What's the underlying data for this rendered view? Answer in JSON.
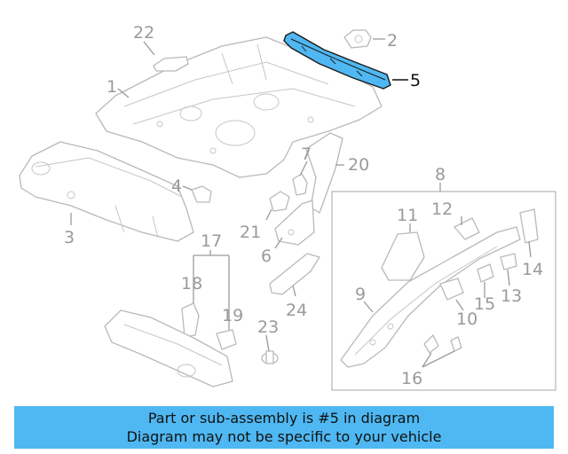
{
  "diagram": {
    "callouts": [
      {
        "id": "1",
        "label": "1"
      },
      {
        "id": "2",
        "label": "2"
      },
      {
        "id": "3",
        "label": "3"
      },
      {
        "id": "4",
        "label": "4"
      },
      {
        "id": "5",
        "label": "5"
      },
      {
        "id": "6",
        "label": "6"
      },
      {
        "id": "7",
        "label": "7"
      },
      {
        "id": "8",
        "label": "8"
      },
      {
        "id": "9",
        "label": "9"
      },
      {
        "id": "10",
        "label": "10"
      },
      {
        "id": "11",
        "label": "11"
      },
      {
        "id": "12",
        "label": "12"
      },
      {
        "id": "13",
        "label": "13"
      },
      {
        "id": "14",
        "label": "14"
      },
      {
        "id": "15",
        "label": "15"
      },
      {
        "id": "16",
        "label": "16"
      },
      {
        "id": "17",
        "label": "17"
      },
      {
        "id": "18",
        "label": "18"
      },
      {
        "id": "19",
        "label": "19"
      },
      {
        "id": "20",
        "label": "20"
      },
      {
        "id": "21",
        "label": "21"
      },
      {
        "id": "22",
        "label": "22"
      },
      {
        "id": "23",
        "label": "23"
      },
      {
        "id": "24",
        "label": "24"
      }
    ],
    "highlighted_part": "5",
    "colors": {
      "highlight_fill": "#4fb8f2",
      "line_gray": "#b9b9b9",
      "label_gray": "#9a9a9a"
    }
  },
  "banner": {
    "line1": "Part or sub-assembly is #5 in diagram",
    "line2": "Diagram may not be specific to your vehicle",
    "background": "#4fb8f2"
  }
}
